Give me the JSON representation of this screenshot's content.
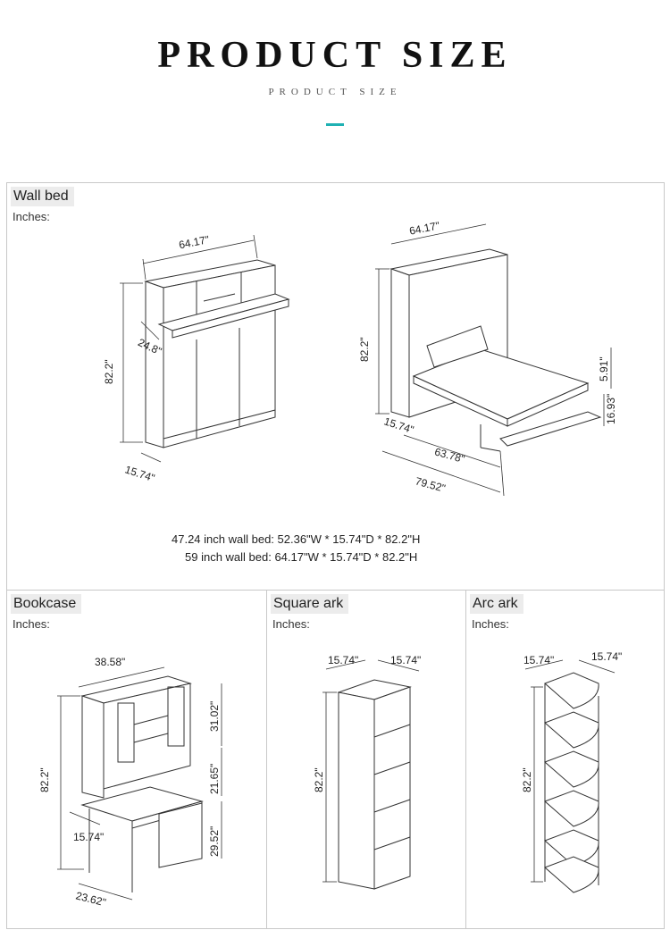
{
  "header": {
    "title": "PRODUCT SIZE",
    "subtitle": "PRODUCT SIZE",
    "accent_color": "#1fb1b3"
  },
  "wall_bed": {
    "label": "Wall bed",
    "unit_label": "Inches:",
    "closed_dims": {
      "width": "64.17\"",
      "height": "82.2\"",
      "depth_top": "24.8\"",
      "depth_bottom": "15.74\""
    },
    "open_dims": {
      "width": "64.17\"",
      "height": "82.2\"",
      "mattress": "5.91\"",
      "base": "16.93\"",
      "depth": "15.74\"",
      "bed_length": "63.78\"",
      "total_length": "79.52\""
    },
    "specs": [
      "47.24 inch wall bed:  52.36\"W  *  15.74\"D * 82.2\"H",
      "59  inch wall bed:  64.17\"W  *  15.74\"D * 82.2\"H"
    ]
  },
  "bookcase": {
    "label": "Bookcase",
    "unit_label": "Inches:",
    "dims": {
      "width": "38.58\"",
      "height": "82.2\"",
      "upper": "31.02\"",
      "middle": "21.65\"",
      "lower": "29.52\"",
      "desk_depth": "15.74\"",
      "depth": "23.62\""
    }
  },
  "square_ark": {
    "label": "Square ark",
    "unit_label": "Inches:",
    "dims": {
      "width": "15.74\"",
      "depth": "15.74\"",
      "height": "82.2\""
    }
  },
  "arc_ark": {
    "label": "Arc ark",
    "unit_label": "Inches:",
    "dims": {
      "width": "15.74\"",
      "depth": "15.74\"",
      "height": "82.2\""
    }
  }
}
